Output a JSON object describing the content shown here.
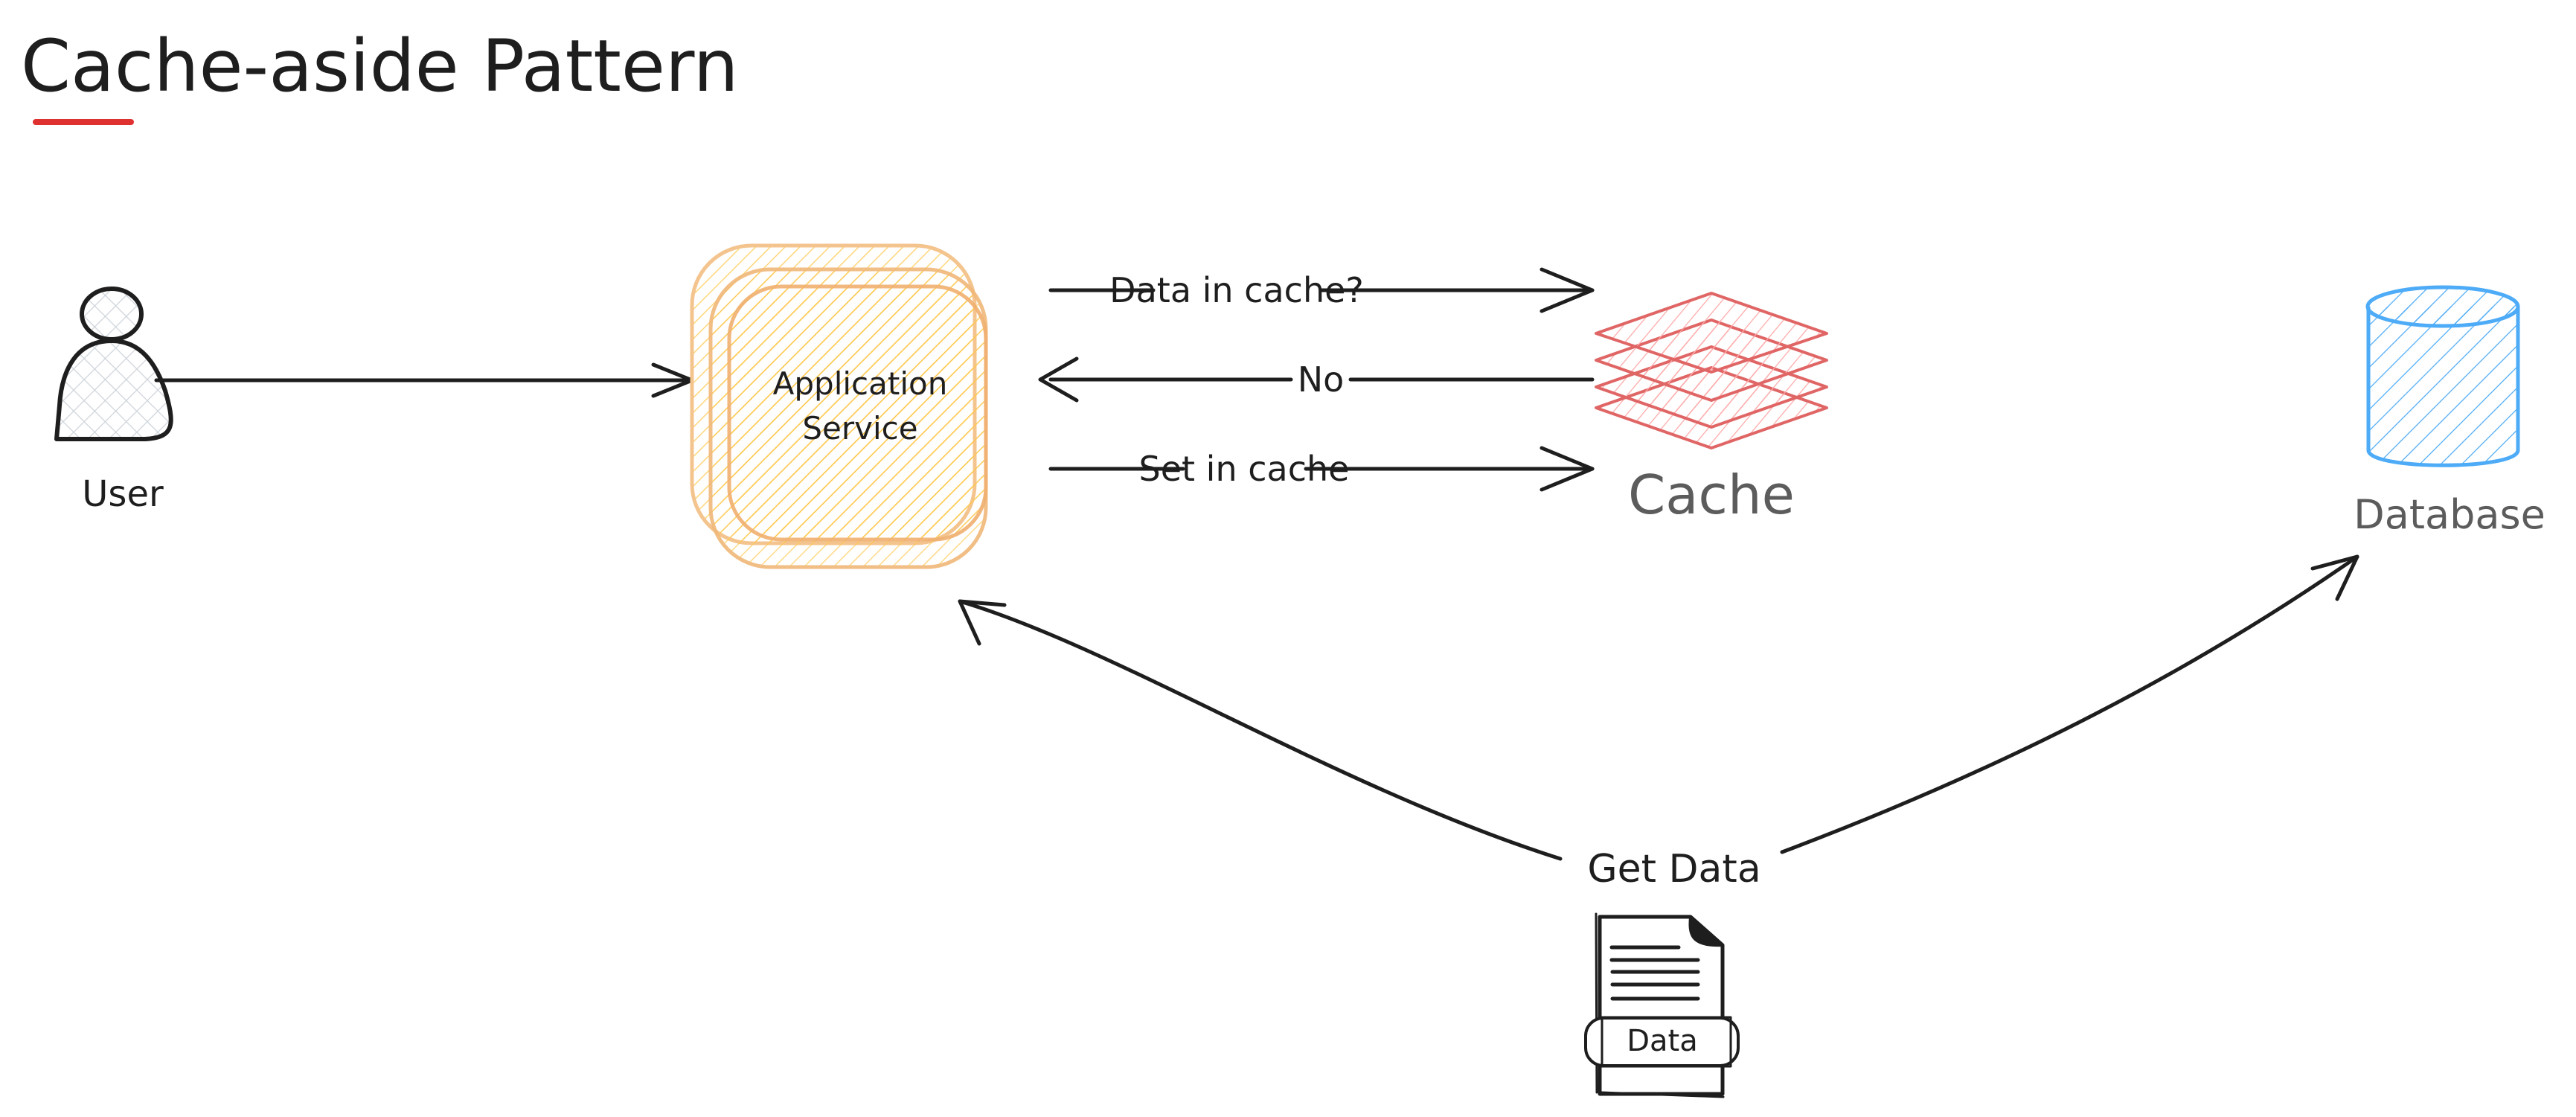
{
  "title": {
    "text": "Cache-aside Pattern",
    "underline_color": "#e03131"
  },
  "colors": {
    "ink": "#1e1e1e",
    "label_gray": "#5c5c5c",
    "app_stroke": "#f4c48e",
    "app_hatch": "#ffc94d",
    "cache_stroke": "#e06666",
    "cache_hatch": "#ffa8a8",
    "db_stroke": "#4dabf7",
    "db_hatch": "#4dabf7",
    "user_hatch": "#ced4da"
  },
  "nodes": {
    "user": {
      "label": "User",
      "icon": "user-icon"
    },
    "app": {
      "label_line1": "Application",
      "label_line2": "Service",
      "icon": "stacked-box-icon"
    },
    "cache": {
      "label": "Cache",
      "icon": "stacked-layers-icon"
    },
    "database": {
      "label": "Database",
      "icon": "cylinder-icon"
    },
    "document": {
      "label": "Data",
      "icon": "document-icon"
    }
  },
  "edges": {
    "user_to_app": {
      "label": ""
    },
    "app_to_cache_query": {
      "label": "Data in cache?"
    },
    "cache_to_app_miss": {
      "label": "No"
    },
    "app_to_cache_set": {
      "label": "Set in cache"
    },
    "get_data": {
      "label": "Get Data"
    }
  }
}
